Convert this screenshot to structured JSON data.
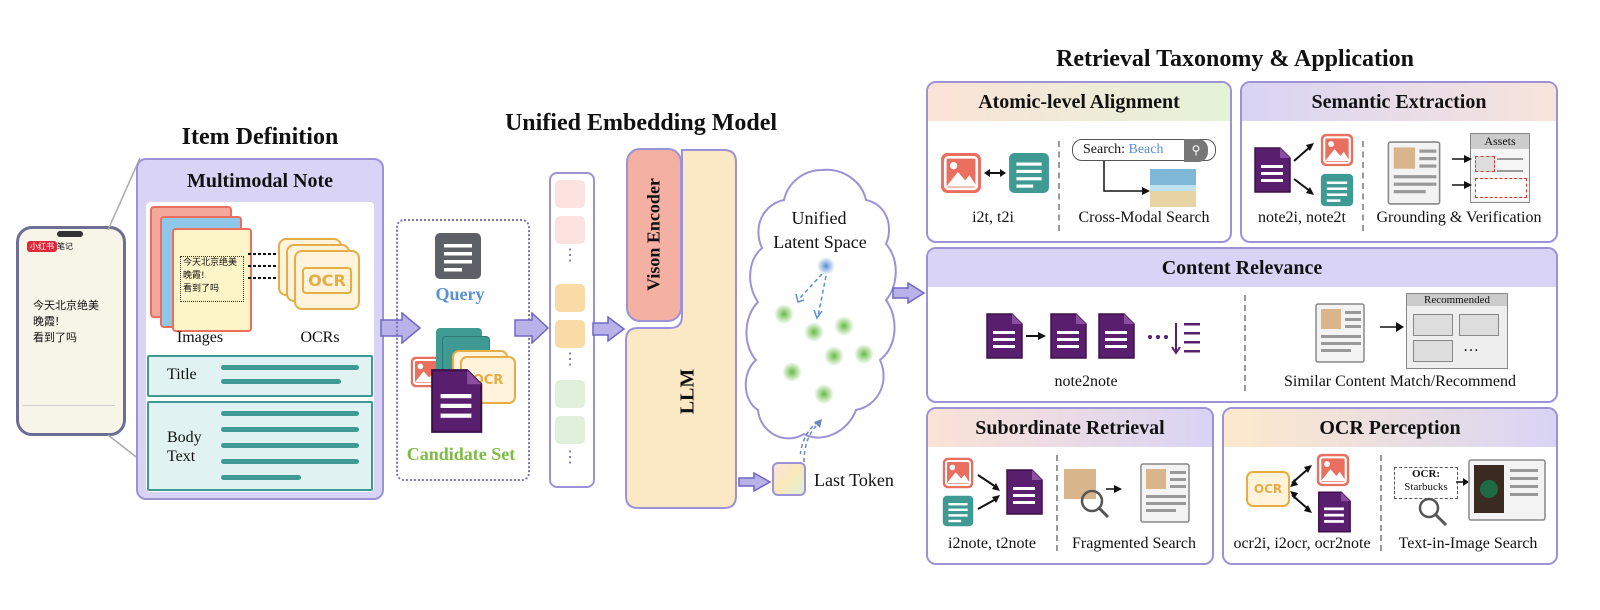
{
  "sections": {
    "item_definition": "Item Definition",
    "embedding_model": "Unified Embedding Model",
    "taxonomy": "Retrieval Taxonomy & Application"
  },
  "note": {
    "title": "Multimodal Note",
    "images_label": "Images",
    "ocrs_label": "OCRs",
    "title_field": "Title",
    "body_field_line1": "Body",
    "body_field_line2": "Text",
    "ocr_badge": "OCR",
    "card_text_line1": "今天北京绝美",
    "card_text_line2": "晚霞!",
    "card_text_line3": "看到了吗"
  },
  "phone": {
    "brand": "小红书",
    "tab": "笔记",
    "text_line1": "今天北京绝美",
    "text_line2": "晚霞!",
    "text_line3": "看到了吗"
  },
  "inputs": {
    "query_label": "Query",
    "candidate_label": "Candidate Set",
    "ocr_badge": "OCR"
  },
  "model": {
    "vision_encoder": "Vison Encoder",
    "llm": "LLM",
    "latent_line1": "Unified",
    "latent_line2": "Latent Space",
    "last_token": "Last Token"
  },
  "panels": {
    "atomic": {
      "title": "Atomic-level Alignment",
      "left_caption": "i2t, t2i",
      "right_caption": "Cross-Modal Search",
      "search_prefix": "Search: ",
      "search_term": "Beach"
    },
    "semantic": {
      "title": "Semantic Extraction",
      "left_caption": "note2i, note2t",
      "right_caption": "Grounding & Verification",
      "assets_label": "Assets"
    },
    "relevance": {
      "title": "Content Relevance",
      "left_caption": "note2note",
      "right_caption": "Similar Content Match/Recommend",
      "recommended_label": "Recommended"
    },
    "subordinate": {
      "title": "Subordinate Retrieval",
      "left_caption": "i2note, t2note",
      "right_caption": "Fragmented Search"
    },
    "ocr": {
      "title": "OCR Perception",
      "left_caption": "ocr2i, i2ocr, ocr2note",
      "right_caption": "Text-in-Image Search",
      "ocr_tag": "OCR:",
      "ocr_value": "Starbucks",
      "ocr_badge": "OCR"
    }
  },
  "colors": {
    "purple_border": "#9b93d6",
    "lavender_fill": "#d9d4f5",
    "note_purple": "#5a1e6e",
    "teal": "#3f9a93",
    "coral": "#ea6f5f",
    "ocr_orange": "#e7ad45",
    "query_blue": "#5b8fd6",
    "candidate_green": "#7dbb45",
    "encoder_pink": "#f4b0a3",
    "llm_cream": "#fbe8c4"
  }
}
